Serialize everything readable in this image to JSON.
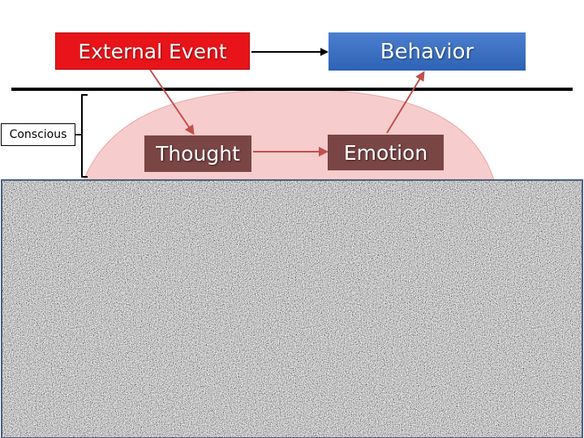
{
  "diagram": {
    "external_event": "External Event",
    "behavior": "Behavior",
    "thought": "Thought",
    "emotion": "Emotion",
    "conscious_label": "Conscious"
  },
  "colors": {
    "external_event_fill": "#e8141a",
    "behavior_fill": "#3a6fc0",
    "inner_box_fill": "#7a4545",
    "dome_fill": "#f7cccc",
    "arrow_red": "#c0504d",
    "granite_panel": "#8e8e8e"
  }
}
